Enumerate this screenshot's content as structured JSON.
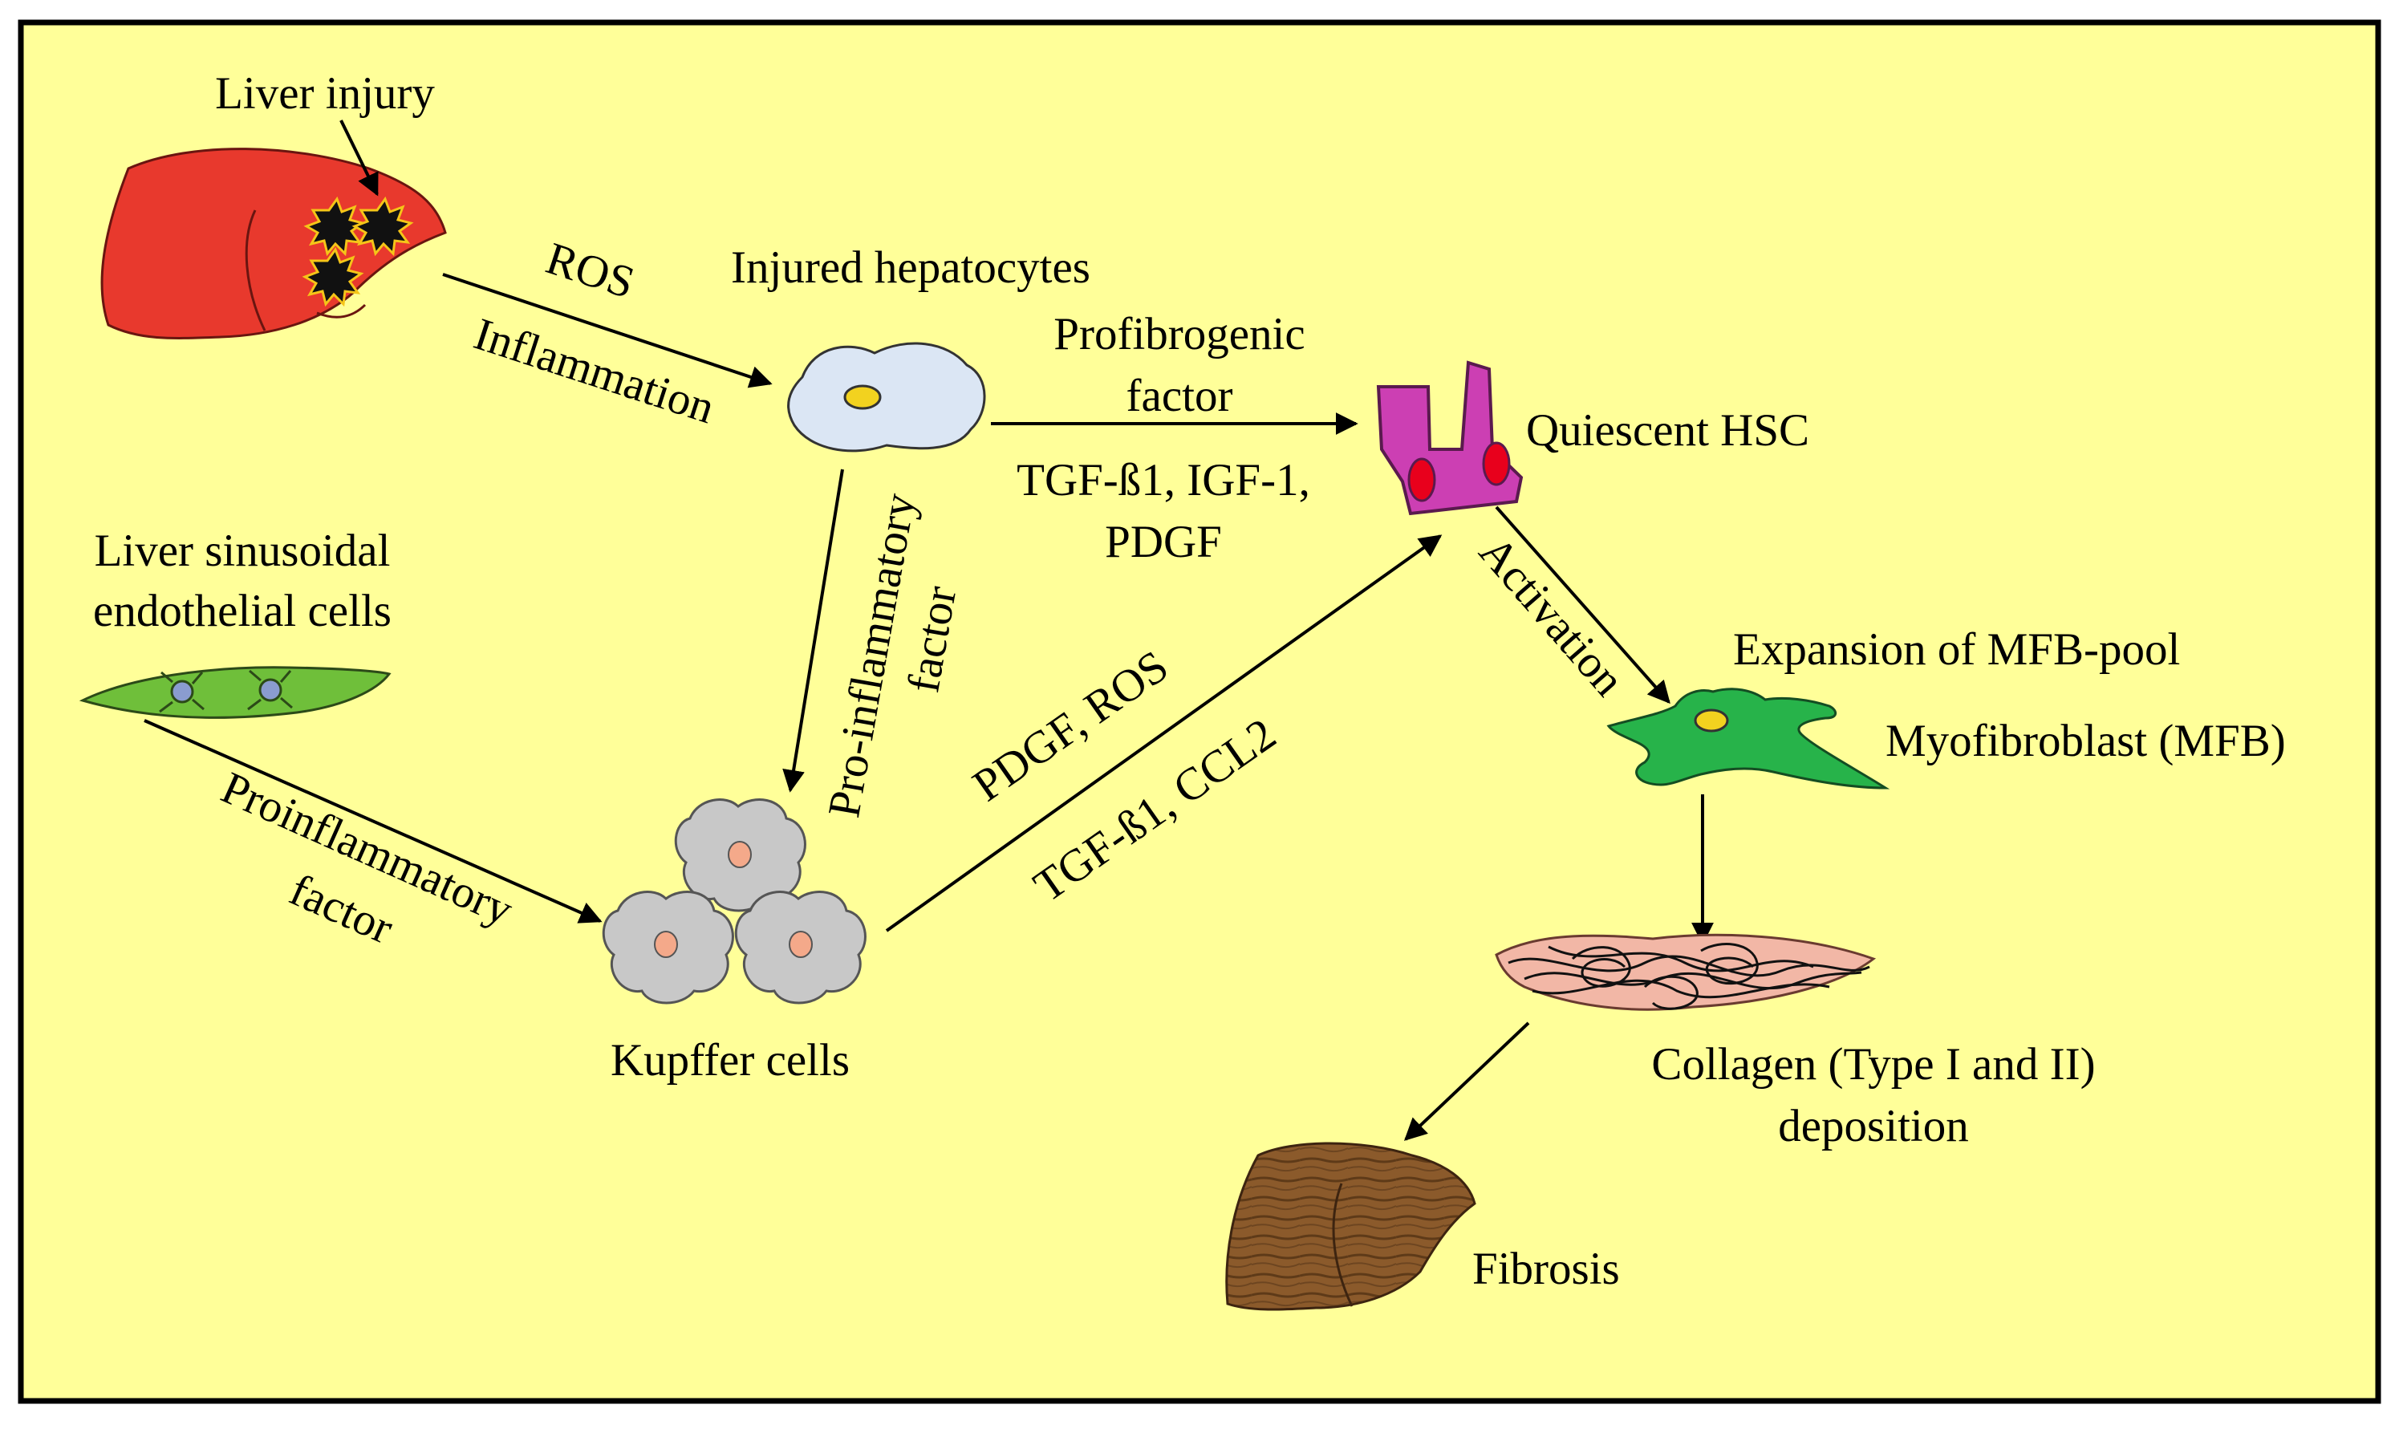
{
  "colors": {
    "background": "#ffff99",
    "border": "#000000",
    "liver_injured": "#e8392d",
    "lesion": "#111111",
    "lesion_outline": "#f5c518",
    "hepatocyte": "#dbe6f4",
    "nucleus": "#f2d21f",
    "hsc": "#cc3fb3",
    "hsc_lipid": "#e8001c",
    "endothelial": "#6fbf3a",
    "endothelial_nucleus": "#8a9ccf",
    "kupffer": "#c8c8c8",
    "kupffer_nucleus": "#f4a98a",
    "myofibroblast": "#27b34a",
    "collagen": "#f2b7a6",
    "fibrotic_liver": "#8b5a2b"
  },
  "labels": {
    "liver_injury": "Liver injury",
    "ros": "ROS",
    "inflammation": "Inflammation",
    "injured_hepatocytes": "Injured hepatocytes",
    "profibrogenic_line1": "Profibrogenic",
    "profibrogenic_line2": "factor",
    "tgf_igf": "TGF-ß1, IGF-1,",
    "pdgf": "PDGF",
    "quiescent_hsc": "Quiescent HSC",
    "lsec_line1": "Liver sinusoidal",
    "lsec_line2": "endothelial cells",
    "pro_inflammatory_line1": "Pro-inflammatory",
    "pro_inflammatory_line2": "factor",
    "proinflammatory_line1": "Proinflammatory",
    "proinflammatory_line2": "factor",
    "pdgf_ros": "PDGF, ROS",
    "tgf_ccl2": "TGF-ß1, CCL2",
    "activation": "Activation",
    "expansion": "Expansion of MFB-pool",
    "myofibroblast": "Myofibroblast (MFB)",
    "kupffer_cells": "Kupffer cells",
    "collagen_line1": "Collagen (Type I and II)",
    "collagen_line2": "deposition",
    "fibrosis": "Fibrosis"
  },
  "icons": [
    "injured-liver-icon",
    "hepatocyte-icon",
    "hsc-icon",
    "endothelial-cell-icon",
    "kupffer-cell-icon",
    "myofibroblast-icon",
    "collagen-icon",
    "fibrotic-liver-icon"
  ]
}
